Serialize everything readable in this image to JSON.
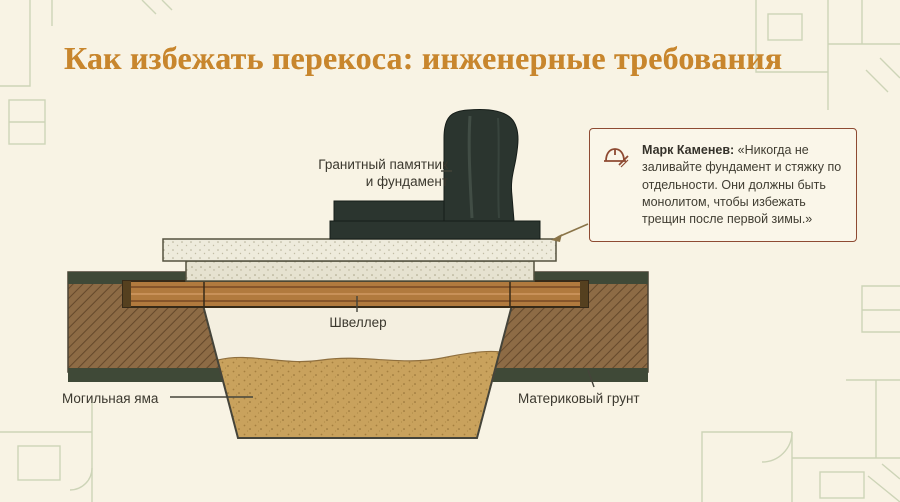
{
  "title": "Как избежать перекоса: инженерные требования",
  "diagram": {
    "labels": {
      "monument_line1": "Гранитный памятник",
      "monument_line2": "и фундамент",
      "channel": "Швеллер",
      "pit": "Могильная яма",
      "native_soil": "Материковый грунт"
    }
  },
  "callout": {
    "author": "Марк Каменев:",
    "quote": "«Никогда не заливайте фундамент и стяжку по отдельности. Они должны быть монолитом, чтобы избежать трещин после первой зимы.»"
  },
  "colors": {
    "background": "#f8f3e4",
    "title": "#c8862d",
    "blueprint_lines": "#c9d1b3",
    "soil_hatch": "#8d6b45",
    "soil_strip": "#3f4937",
    "channel_beam": "#b17a3e",
    "concrete": "#eeebdc",
    "sand": "#c9a25d",
    "monument": "#2b352f",
    "callout_border": "#8e4a32"
  }
}
